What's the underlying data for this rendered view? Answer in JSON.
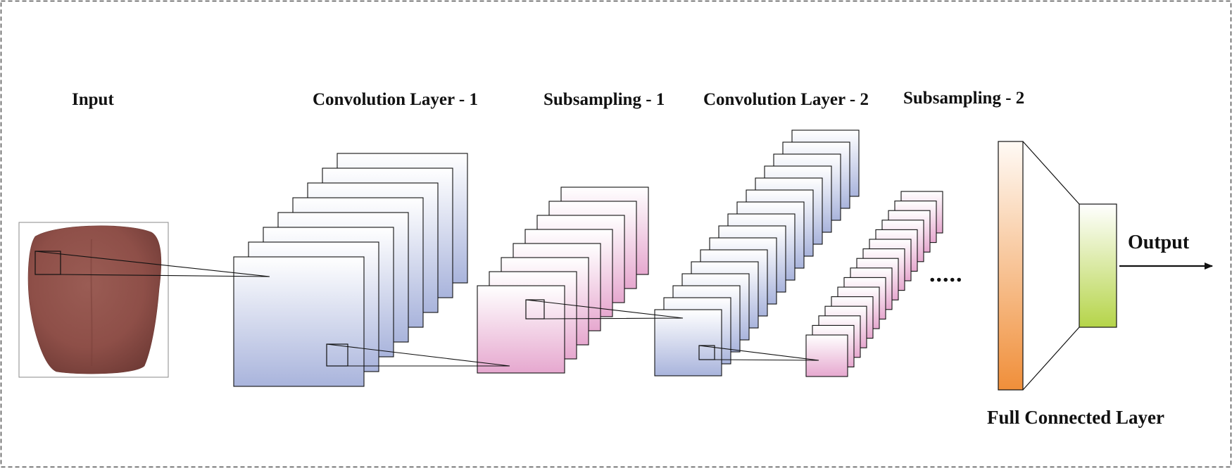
{
  "labels": {
    "input": "Input",
    "conv1": "Convolution Layer - 1",
    "sub1": "Subsampling - 1",
    "conv2": "Convolution Layer - 2",
    "sub2": "Subsampling - 2",
    "fc": "Full Connected Layer",
    "output": "Output",
    "ellipsis": "....."
  },
  "stages": [
    {
      "id": "conv1",
      "maps": 8,
      "colors": [
        "#ffffff",
        "#a9b4dc"
      ]
    },
    {
      "id": "sub1",
      "maps": 8,
      "colors": [
        "#ffffff",
        "#e6a8cf"
      ]
    },
    {
      "id": "conv2",
      "maps": 16,
      "colors": [
        "#ffffff",
        "#a9b4dc"
      ]
    },
    {
      "id": "sub2",
      "maps": 16,
      "colors": [
        "#ffffff",
        "#e6a8cf"
      ]
    }
  ],
  "fc_colors": {
    "first": [
      "#fffaf5",
      "#f08f3a"
    ],
    "second": [
      "#ffffff",
      "#b5d449"
    ]
  },
  "colors": {
    "tongue": "#8e4f48",
    "stroke": "#111111",
    "border": "#555555"
  }
}
